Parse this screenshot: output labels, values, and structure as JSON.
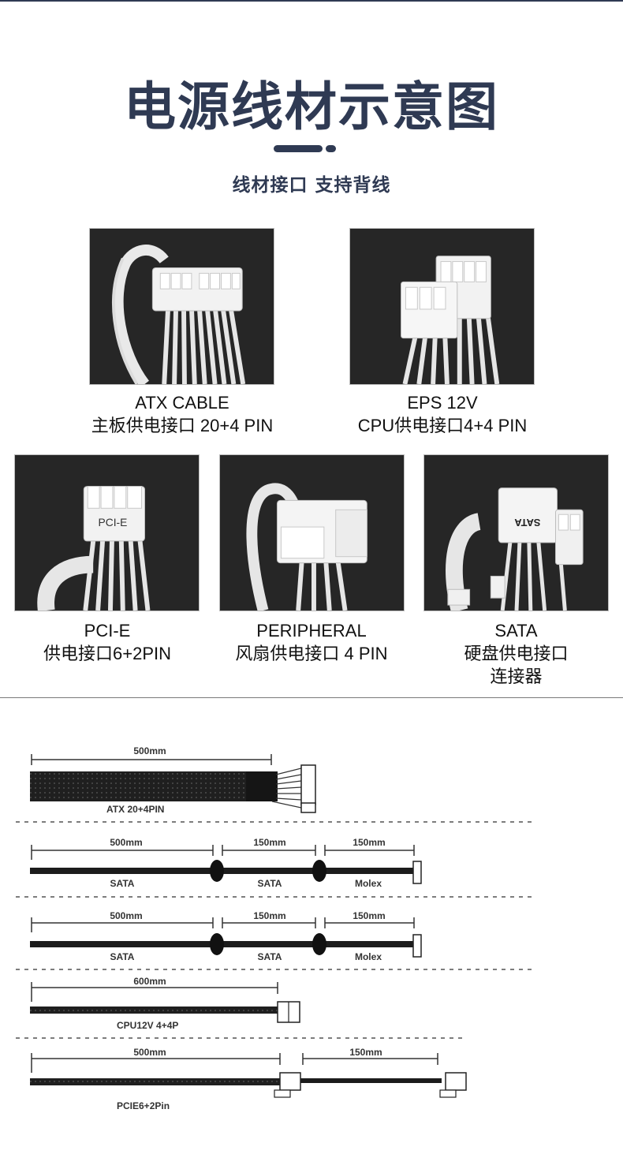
{
  "header": {
    "title": "电源线材示意图",
    "subtitle": "线材接口 支持背线"
  },
  "cards": [
    {
      "name": "ATX CABLE",
      "desc": "主板供电接口 20+4 PIN"
    },
    {
      "name": "EPS 12V",
      "desc": "CPU供电接口4+4 PIN"
    },
    {
      "name": "PCI-E",
      "desc": "供电接口6+2PIN",
      "connector_label": "PCI-E"
    },
    {
      "name": "PERIPHERAL",
      "desc": "风扇供电接口 4 PIN"
    },
    {
      "name": "SATA",
      "desc": "硬盘供电接口",
      "desc2": "连接器",
      "connector_label": "SATA"
    }
  ],
  "diagram": {
    "atx": {
      "length": "500mm",
      "label": "ATX 20+4PIN"
    },
    "sata_run_1": {
      "seg1": "500mm",
      "seg2": "150mm",
      "seg3": "150mm",
      "lab1": "SATA",
      "lab2": "SATA",
      "lab3": "Molex"
    },
    "sata_run_2": {
      "seg1": "500mm",
      "seg2": "150mm",
      "seg3": "150mm",
      "lab1": "SATA",
      "lab2": "SATA",
      "lab3": "Molex"
    },
    "cpu": {
      "length": "600mm",
      "label": "CPU12V 4+4P"
    },
    "pcie": {
      "seg1": "500mm",
      "seg2": "150mm",
      "label": "PCIE6+2Pin"
    }
  }
}
